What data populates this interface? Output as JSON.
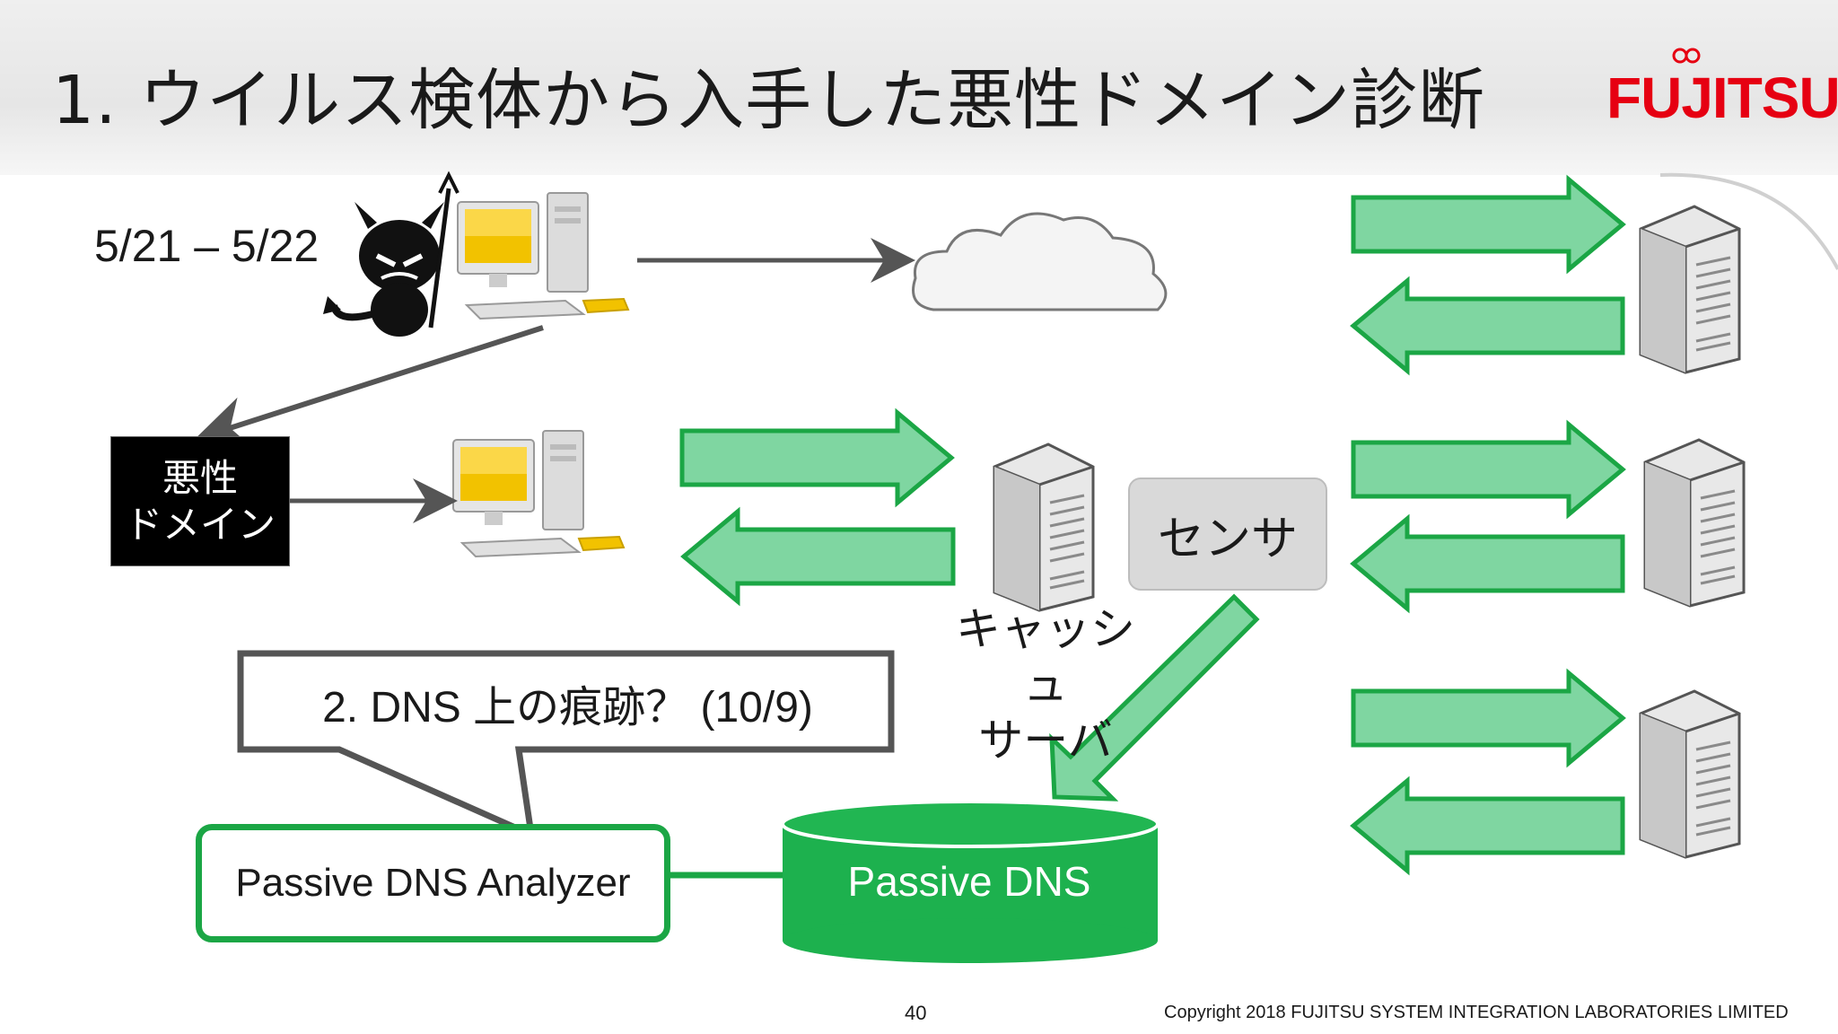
{
  "slide": {
    "title": "1. ウイルス検体から入手した悪性ドメイン診断",
    "logo": "FUJITSU",
    "date_range": "5/21 – 5/22",
    "malicious_domain": {
      "line1": "悪性",
      "line2": "ドメイン"
    },
    "sensor_label": "センサ",
    "cache_server": {
      "line1": "キャッシュ",
      "line2": "サーバ"
    },
    "callout": "2. DNS 上の痕跡？ (10/9)",
    "analyzer_label": "Passive DNS Analyzer",
    "passive_dns_label": "Passive DNS",
    "page_number": "40",
    "copyright": "Copyright 2018 FUJITSU SYSTEM INTEGRATION LABORATORIES LIMITED"
  },
  "colors": {
    "accent_green": "#1ba645",
    "arrow_green": "#7fd6a1",
    "logo_red": "#e60012",
    "sensor_gray": "#d9d9d9"
  },
  "icons": [
    "devil-icon",
    "computer-icon",
    "cloud-icon",
    "server-icon",
    "database-icon"
  ]
}
